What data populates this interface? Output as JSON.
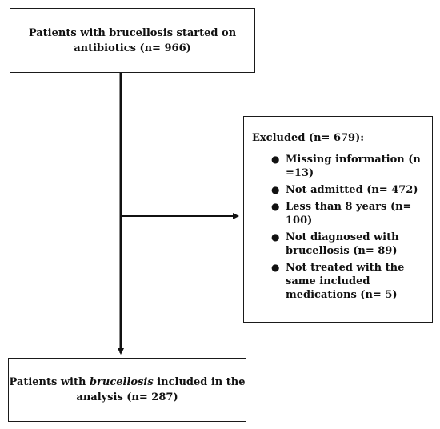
{
  "top_box": {
    "line1": "Patients with brucellosis started on",
    "line2": "antibiotics (n= 966)"
  },
  "excluded_box": {
    "title": "Excluded (n= 679):",
    "items": [
      "Missing information (n =13)",
      "Not admitted (n= 472)",
      "Less than 8 years (n= 100)",
      "Not diagnosed with brucellosis (n= 89)",
      "Not treated with the same included medications (n= 5)"
    ]
  },
  "bottom_box": {
    "prefix": "Patients with ",
    "italic": "brucellosis",
    "suffix": " included in the",
    "line2": "analysis (n= 287)"
  }
}
